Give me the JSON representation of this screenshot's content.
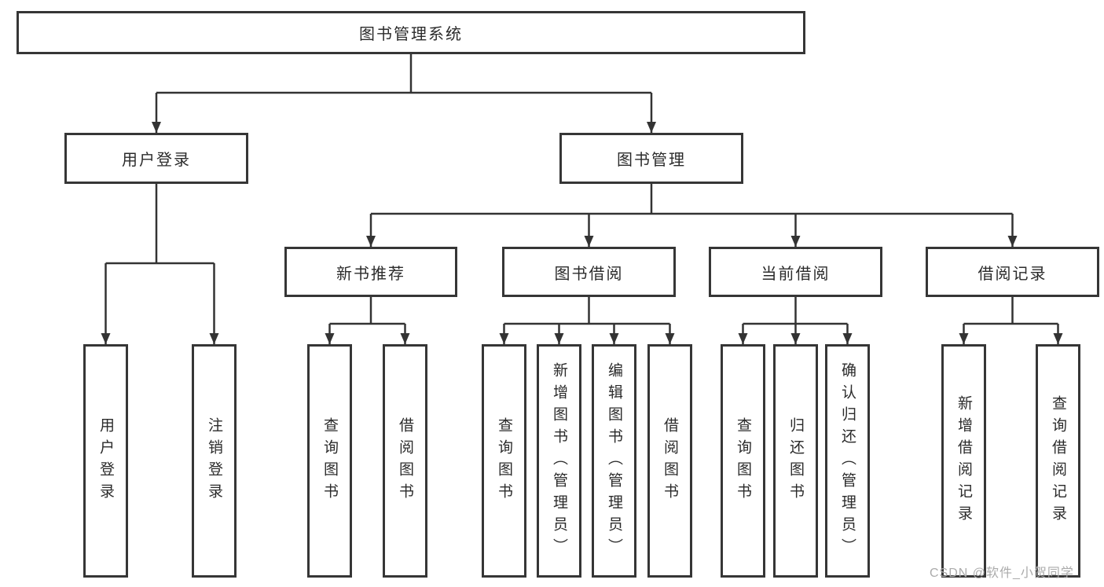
{
  "tree": {
    "label": "图书管理系统",
    "children": [
      {
        "label": "用户登录",
        "children": [
          {
            "label": "用户登录"
          },
          {
            "label": "注销登录"
          }
        ]
      },
      {
        "label": "图书管理",
        "children": [
          {
            "label": "新书推荐",
            "children": [
              {
                "label": "查询图书"
              },
              {
                "label": "借阅图书"
              }
            ]
          },
          {
            "label": "图书借阅",
            "children": [
              {
                "label": "查询图书"
              },
              {
                "label": "新增图书（管理员）"
              },
              {
                "label": "编辑图书（管理员）"
              },
              {
                "label": "借阅图书"
              }
            ]
          },
          {
            "label": "当前借阅",
            "children": [
              {
                "label": "查询图书"
              },
              {
                "label": "归还图书"
              },
              {
                "label": "确认归还（管理员）"
              }
            ]
          },
          {
            "label": "借阅记录",
            "children": [
              {
                "label": "新增借阅记录"
              },
              {
                "label": "查询借阅记录"
              }
            ]
          }
        ]
      }
    ]
  },
  "watermark": {
    "text": "CSDN @软件_小贺同学"
  },
  "colors": {
    "line": "#333333",
    "box_border": "#363636",
    "text": "#2b2b2b",
    "watermark": "#ababab",
    "background": "#ffffff"
  }
}
